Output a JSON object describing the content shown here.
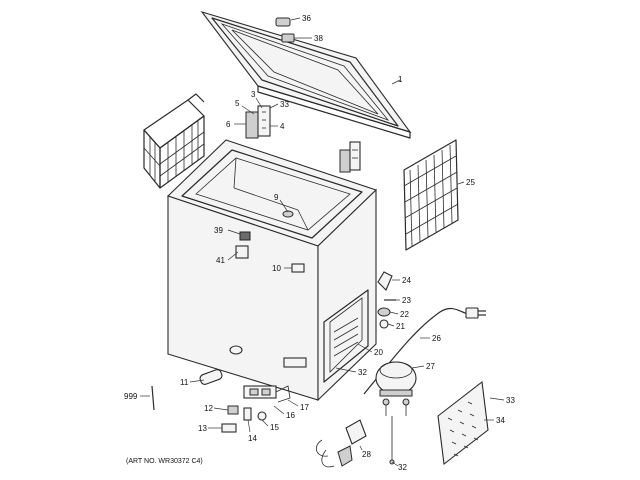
{
  "callouts": [
    {
      "id": "c36",
      "text": "36"
    },
    {
      "id": "c38",
      "text": "38"
    },
    {
      "id": "c1",
      "text": "1"
    },
    {
      "id": "c3",
      "text": "3"
    },
    {
      "id": "c5",
      "text": "5"
    },
    {
      "id": "c33a",
      "text": "33"
    },
    {
      "id": "c6",
      "text": "6"
    },
    {
      "id": "c4",
      "text": "4"
    },
    {
      "id": "c9",
      "text": "9"
    },
    {
      "id": "c25",
      "text": "25"
    },
    {
      "id": "c39",
      "text": "39"
    },
    {
      "id": "c41",
      "text": "41"
    },
    {
      "id": "c10",
      "text": "10"
    },
    {
      "id": "c24",
      "text": "24"
    },
    {
      "id": "c23",
      "text": "23"
    },
    {
      "id": "c22",
      "text": "22"
    },
    {
      "id": "c21",
      "text": "21"
    },
    {
      "id": "c26",
      "text": "26"
    },
    {
      "id": "c20",
      "text": "20"
    },
    {
      "id": "c27",
      "text": "27"
    },
    {
      "id": "c32a",
      "text": "32"
    },
    {
      "id": "c11",
      "text": "11"
    },
    {
      "id": "c999",
      "text": "999"
    },
    {
      "id": "c17",
      "text": "17"
    },
    {
      "id": "c16",
      "text": "16"
    },
    {
      "id": "c12",
      "text": "12"
    },
    {
      "id": "c15",
      "text": "15"
    },
    {
      "id": "c13",
      "text": "13"
    },
    {
      "id": "c14",
      "text": "14"
    },
    {
      "id": "c33b",
      "text": "33"
    },
    {
      "id": "c34",
      "text": "34"
    },
    {
      "id": "c28",
      "text": "28"
    },
    {
      "id": "c32b",
      "text": "32"
    }
  ],
  "art_number": "(ART NO. WR30372 C4)"
}
